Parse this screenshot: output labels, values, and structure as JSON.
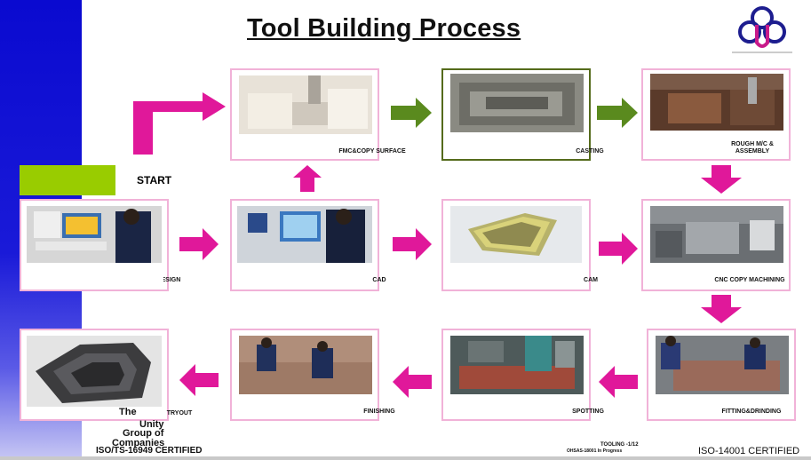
{
  "title": "Tool Building Process",
  "start_label": "START",
  "colors": {
    "sidebar": "#0a0ad0",
    "box_border": "#f1b2d8",
    "accent_arrow": "#e0189a",
    "green_arrow": "#5a8a1e",
    "start_bar": "#99cc00"
  },
  "steps": {
    "fmc": "FMC&COPY SURFACE",
    "casting": "CASTING",
    "rough": "ROUGH M/C & ASSEMBLY",
    "design": "TOOLING  DESIGN",
    "cad": "CAD",
    "cam": "CAM",
    "cnc": "CNC COPY MACHINING",
    "tryout": "TRYOUT",
    "finishing": "FINISHING",
    "spotting": "SPOTTING",
    "fitting": "FITTING&DRINDING"
  },
  "company": {
    "line1": "The",
    "line2": "Unity",
    "line3": "Group of",
    "line4": "Companies"
  },
  "footer": {
    "left": "ISO/TS-16949 CERTIFIED",
    "center_top": "TOOLING -1/12",
    "center_bottom": "OHSAS-18001 In Progress",
    "right": "ISO-14001 CERTIFIED"
  },
  "icons": [
    "company-logo-icon",
    "arrow-right-icon",
    "arrow-up-icon",
    "arrow-down-icon",
    "arrow-left-icon"
  ]
}
